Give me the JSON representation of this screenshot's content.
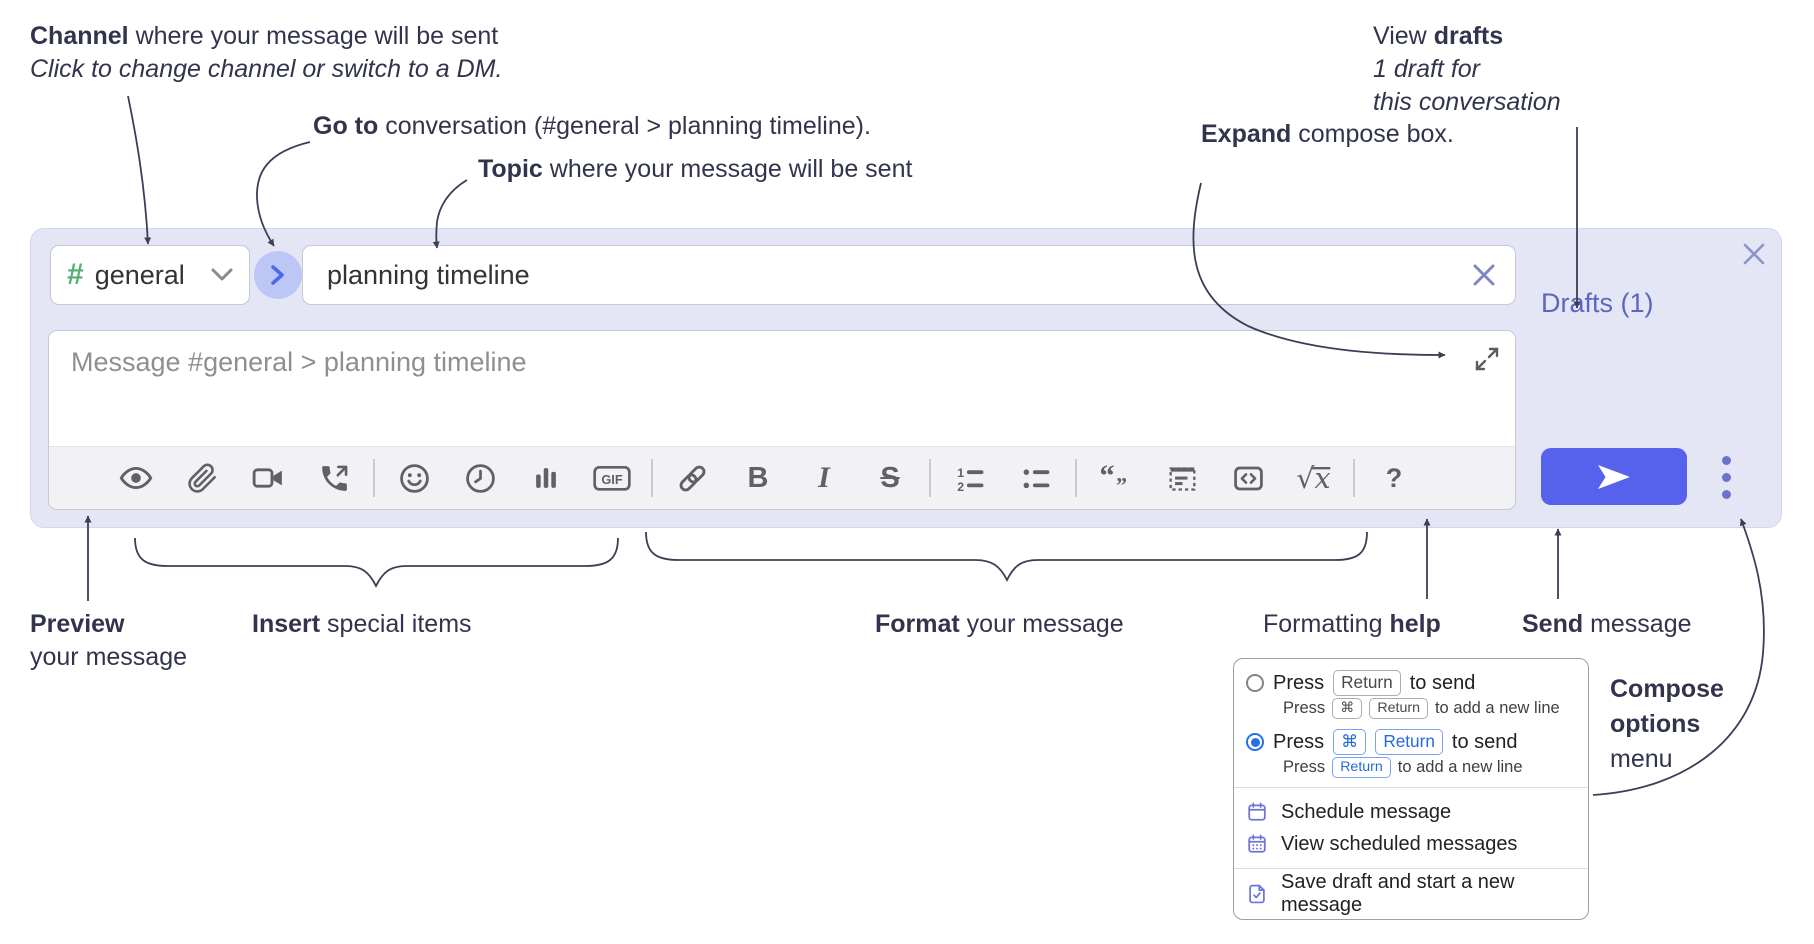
{
  "annotations": {
    "channel": {
      "bold": "Channel",
      "rest": " where your message will be sent",
      "line2": "Click to change channel or switch to a DM."
    },
    "goto": {
      "bold": "Go to",
      "rest": " conversation (#general > planning timeline)."
    },
    "topic": {
      "bold": "Topic",
      "rest": " where your message will be sent"
    },
    "expand": {
      "bold": "Expand",
      "rest": " compose box."
    },
    "view_drafts": {
      "pre": "View ",
      "bold": "drafts",
      "line2": "1 draft for",
      "line3": "this conversation"
    },
    "preview": {
      "bold": "Preview",
      "line2": "your message"
    },
    "insert": {
      "bold": "Insert",
      "rest": " special items"
    },
    "format": {
      "bold": "Format",
      "rest": " your message"
    },
    "formatting_help": {
      "pre": "Formatting ",
      "bold": "help"
    },
    "send": {
      "bold": "Send",
      "rest": " message"
    },
    "compose_options": {
      "line1": "Compose",
      "line2": "options",
      "line3": "menu"
    }
  },
  "compose": {
    "channel": {
      "hash": "#",
      "name": "general"
    },
    "topic_value": "planning timeline",
    "message_placeholder": "Message #general > planning timeline",
    "drafts_link": "Drafts (1)",
    "toolbar": {
      "gif_label": "GIF",
      "bold_label": "B",
      "italic_label": "I",
      "strike_label": "S",
      "help_label": "?",
      "quote_open": "“",
      "quote_close": "”",
      "sqrt": "√x",
      "ol_1": "1",
      "ol_2": "2"
    }
  },
  "popup": {
    "options": [
      {
        "pre": "Press",
        "key": "Return",
        "post": "to send",
        "sub_pre": "Press",
        "sub_key1": "⌘",
        "sub_key2": "Return",
        "sub_post": "to add a new line"
      },
      {
        "pre": "Press",
        "key1": "⌘",
        "key2": "Return",
        "post": "to send",
        "sub_pre": "Press",
        "sub_key": "Return",
        "sub_post": "to add a new line"
      }
    ],
    "menu_items": [
      "Schedule message",
      "View scheduled messages",
      "Save draft and start a new message"
    ]
  },
  "colors": {
    "accent_send": "#5661ec",
    "drafts_link": "#5b66c0",
    "hash_green": "#58ad72",
    "keycap_blue": "#2569dd",
    "radio_selected": "#2570e8",
    "menu_icon_purple": "#6b74d8",
    "compose_bg": "#e4e6f6",
    "annotation_ink": "#32344e"
  }
}
